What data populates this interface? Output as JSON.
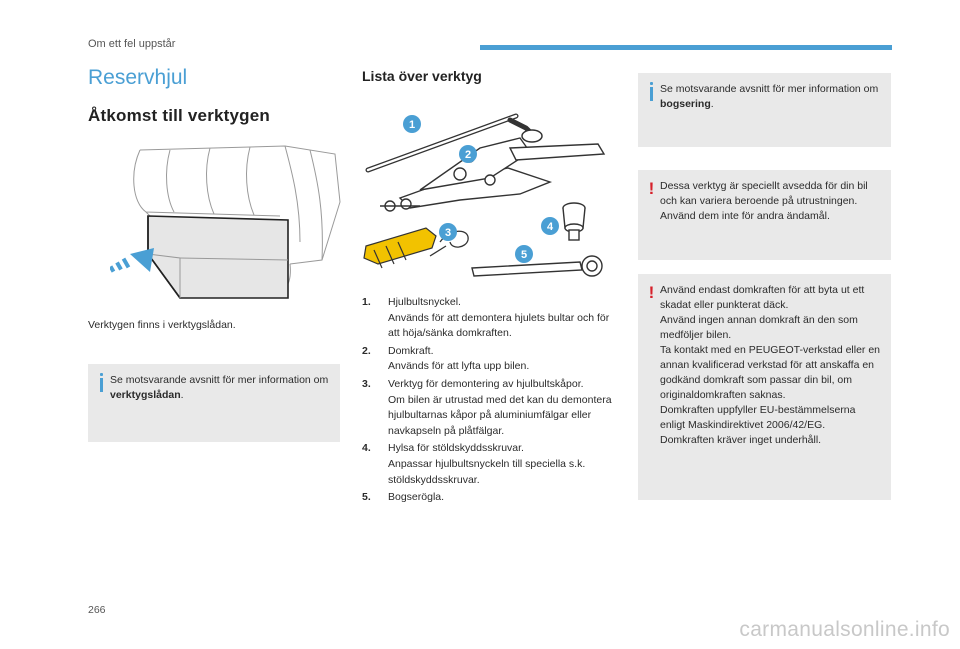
{
  "header": {
    "chapter": "Om ett fel uppstår"
  },
  "section_title": "Reservhjul",
  "access": {
    "title": "Åtkomst till verktygen",
    "body": "Verktygen finns i verktygslådan.",
    "note_prefix": "Se motsvarande avsnitt för mer information om ",
    "note_bold": "verktygslådan",
    "note_suffix": "."
  },
  "tools": {
    "title": "Lista över verktyg",
    "labels": [
      "1",
      "2",
      "3",
      "4",
      "5"
    ],
    "items": [
      {
        "num": "1.",
        "name": "Hjulbultsnyckel.",
        "desc": "Används för att demontera hjulets bultar och för att höja/sänka domkraften."
      },
      {
        "num": "2.",
        "name": "Domkraft.",
        "desc": "Används för att lyfta upp bilen."
      },
      {
        "num": "3.",
        "name": "Verktyg för demontering av hjulbultskåpor.",
        "desc": "Om bilen är utrustad med det kan du demontera hjulbultarnas kåpor på aluminiumfälgar eller navkapseln på plåtfälgar."
      },
      {
        "num": "4.",
        "name": "Hylsa för stöldskyddsskruvar.",
        "desc": "Anpassar hjulbultsnyckeln till speciella s.k. stöldskyddsskruvar."
      },
      {
        "num": "5.",
        "name": "Bogserögla.",
        "desc": ""
      }
    ]
  },
  "right_notes": {
    "towing_prefix": "Se motsvarande avsnitt för mer information om ",
    "towing_bold": "bogsering",
    "towing_suffix": ".",
    "warning_1": "Dessa verktyg är speciellt avsedda för din bil och kan variera beroende på utrustningen.\nAnvänd dem inte för andra ändamål.",
    "warning_2": "Använd endast domkraften för att byta ut ett skadat eller punkterat däck.\nAnvänd ingen annan domkraft än den som medföljer bilen.\nTa kontakt med en PEUGEOT-verkstad eller en annan kvalificerad verkstad för att anskaffa en godkänd domkraft som passar din bil, om originaldomkraften saknas.\nDomkraften uppfyller EU-bestämmelserna enligt Maskindirektivet 2006/42/EG.\nDomkraften kräver inget underhåll."
  },
  "footer": {
    "page_number": "266",
    "watermark": "carmanualsonline.info"
  },
  "colors": {
    "accent": "#4a9fd4",
    "warning": "#d6202a",
    "note_bg": "#e9e9e9",
    "tool_yellow": "#f2c200"
  }
}
